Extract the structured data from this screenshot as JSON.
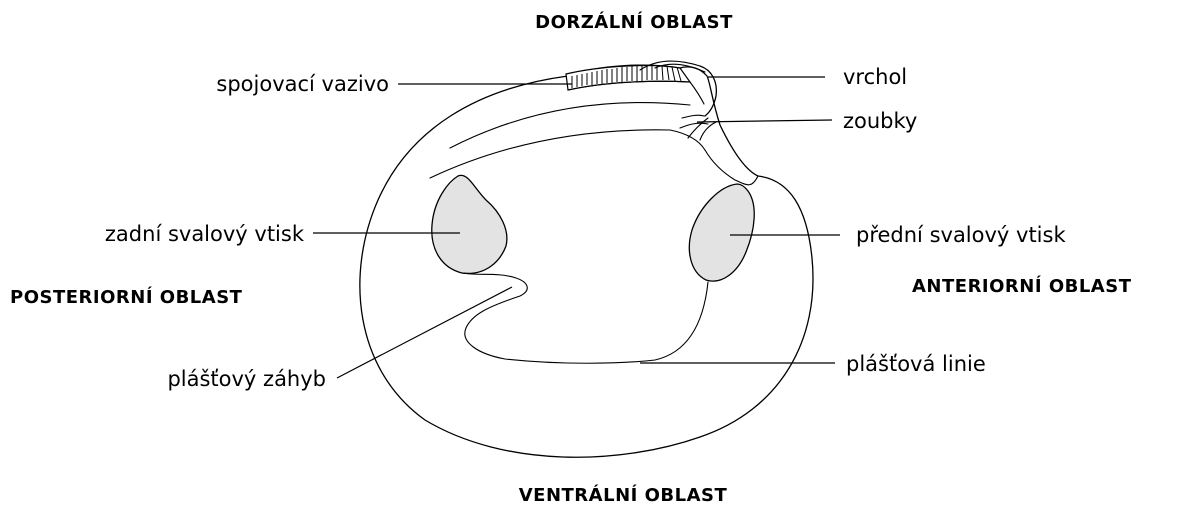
{
  "regions": {
    "dorsal": "DORZÁLNÍ OBLAST",
    "ventral": "VENTRÁLNÍ OBLAST",
    "posterior": "POSTERIORNÍ OBLAST",
    "anterior": "ANTERIORNÍ OBLAST"
  },
  "labels": {
    "ligament": "spojovací vazivo",
    "umbo": "vrchol",
    "teeth": "zoubky",
    "posterior_scar": "zadní svalový vtisk",
    "anterior_scar": "přední svalový vtisk",
    "pallial_sinus": "plášťový záhyb",
    "pallial_line": "plášťová linie"
  },
  "colors": {
    "scar_fill": "#e3e3e3",
    "line": "#000000"
  }
}
